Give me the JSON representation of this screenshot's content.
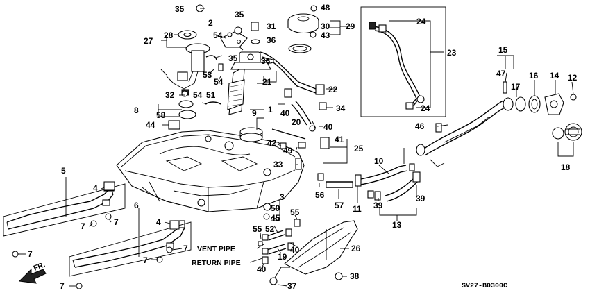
{
  "diagram": {
    "code": "SV27-B0300C",
    "direction_label": "FR.",
    "vent_pipe_label": "VENT PIPE",
    "return_pipe_label": "RETURN PIPE",
    "callouts": [
      "35",
      "2",
      "35",
      "31",
      "48",
      "30",
      "43",
      "29",
      "24",
      "23",
      "28",
      "27",
      "54",
      "36",
      "35",
      "36",
      "53",
      "54",
      "21",
      "22",
      "32",
      "54",
      "51",
      "40",
      "34",
      "1",
      "8",
      "58",
      "44",
      "20",
      "9",
      "40",
      "42",
      "49",
      "41",
      "25",
      "33",
      "56",
      "57",
      "11",
      "10",
      "39",
      "39",
      "13",
      "46",
      "15",
      "47",
      "17",
      "16",
      "14",
      "12",
      "18",
      "5",
      "4",
      "7",
      "7",
      "6",
      "4",
      "7",
      "7",
      "7",
      "3",
      "50",
      "45",
      "55",
      "55",
      "52",
      "40",
      "19",
      "26",
      "40",
      "37",
      "38",
      "24",
      "7"
    ]
  }
}
